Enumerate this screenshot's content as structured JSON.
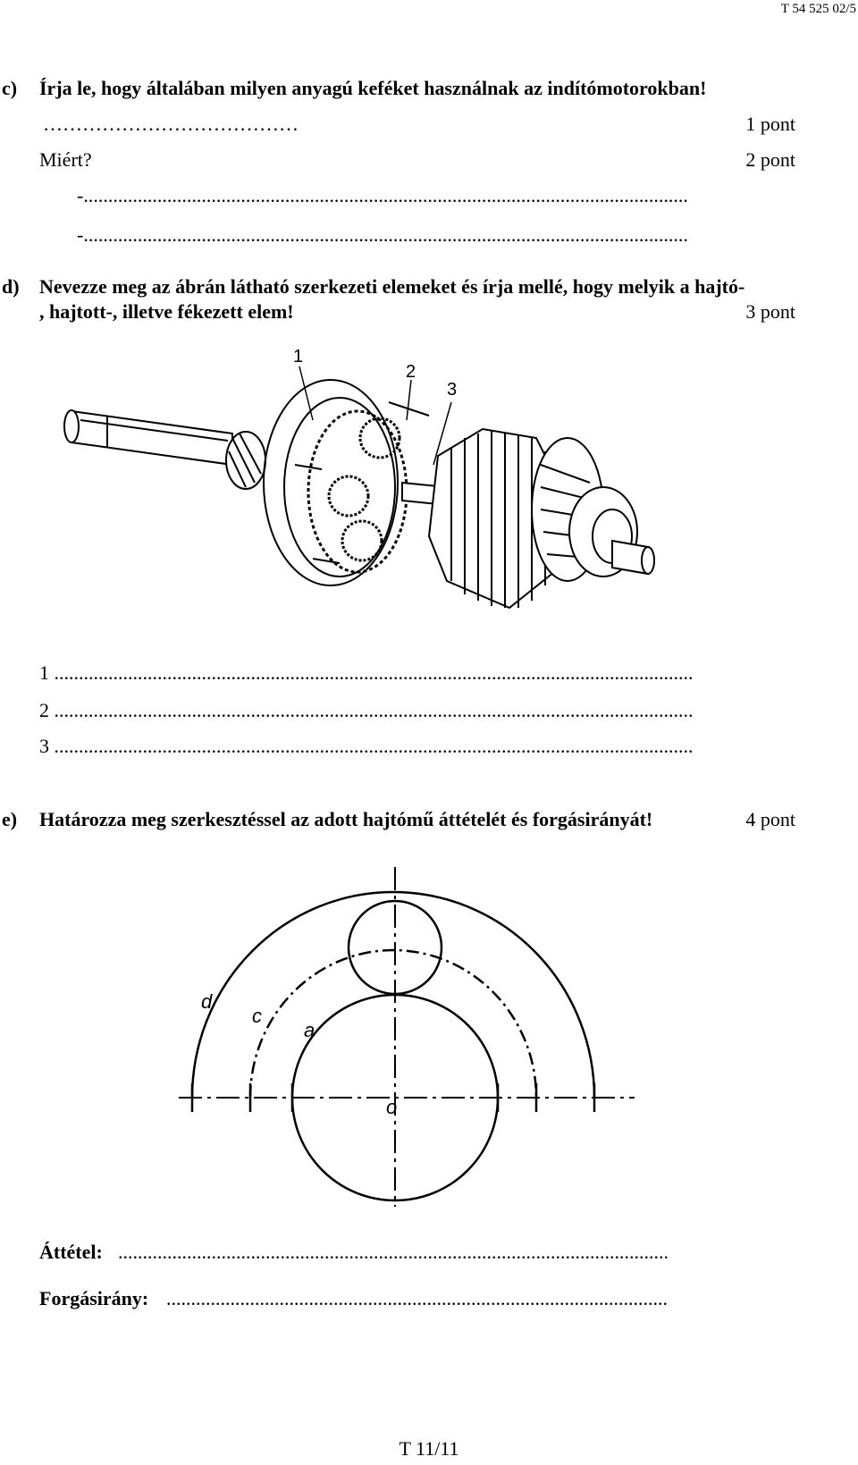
{
  "header": {
    "code": "T 54 525 02/5"
  },
  "question_c": {
    "letter": "c)",
    "text": "Írja le, hogy általában milyen anyagú keféket használnak az indítómotorokban!",
    "answer_dots": "…………………………………",
    "points1": "1 pont",
    "why_label": "Miért?",
    "points2": "2 pont",
    "line1": "-...........................................................................................................................",
    "line2": "-..........................................................................................................................."
  },
  "question_d": {
    "letter": "d)",
    "text_line1": "Nevezze meg az ábrán látható szerkezeti elemeket és írja mellé, hogy melyik a hajtó-",
    "text_line2": ", hajtott-, illetve fékezett elem!",
    "points": "3 pont",
    "figure_labels": [
      "1",
      "2",
      "3"
    ],
    "answer_lines": [
      "1 ..................................................................................................................................",
      "2 ..................................................................................................................................",
      "3 .................................................................................................................................."
    ]
  },
  "question_e": {
    "letter": "e)",
    "text": "Határozza meg szerkesztéssel az adott hajtómű áttételét és forgásirányát!",
    "points": "4 pont",
    "figure_labels": {
      "d": "d",
      "c": "c",
      "a": "a",
      "o": "o"
    },
    "ratio_label": "Áttétel:",
    "ratio_dots": "................................................................................................................",
    "direction_label": "Forgásirány:",
    "direction_dots": "......................................................................................................"
  },
  "footer": {
    "page": "T 11/11"
  }
}
